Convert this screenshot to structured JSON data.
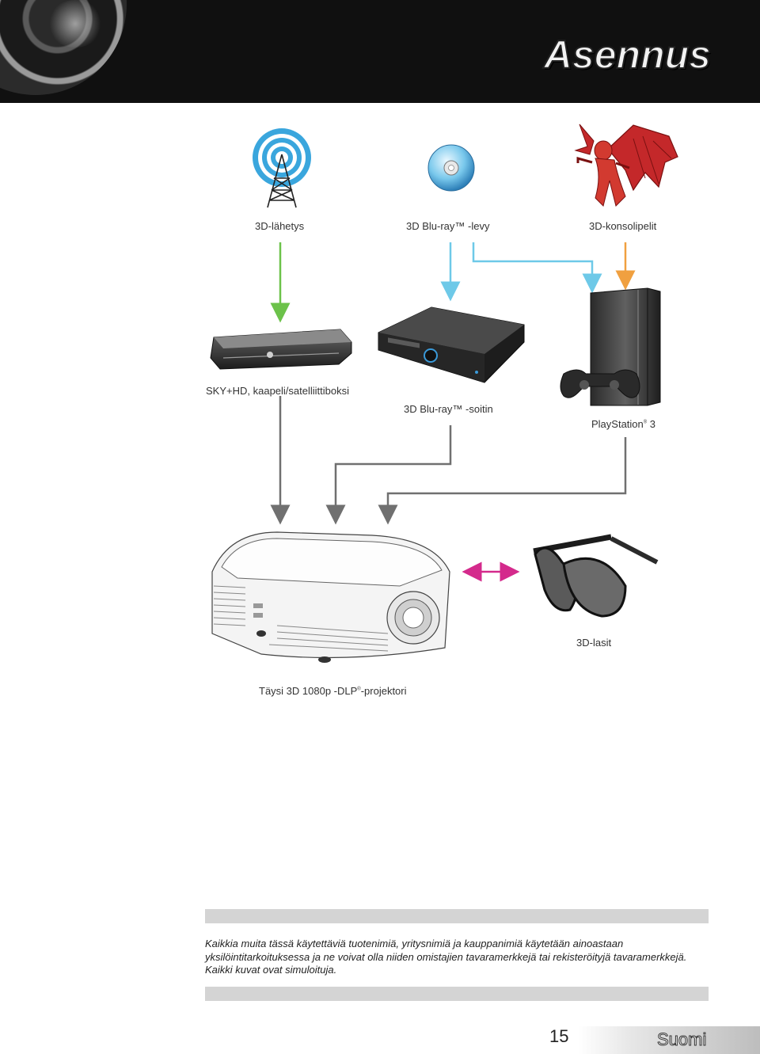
{
  "header": {
    "title": "Asennus"
  },
  "sources": {
    "broadcast": "3D-lähetys",
    "bluray_disc": "3D Blu-ray™ -levy",
    "console_games": "3D-konsolipelit"
  },
  "devices": {
    "settop": "SKY+HD, kaapeli/satelliittiboksi",
    "bluray_player": "3D Blu-ray™ -soitin",
    "ps3_name": "PlayStation",
    "ps3_sup": "®",
    "ps3_num": " 3"
  },
  "outputs": {
    "glasses": "3D-lasit",
    "projector_pre": "Täysi 3D 1080p -DLP",
    "projector_sup": "®",
    "projector_post": "-projektori"
  },
  "disclaimer": "Kaikkia muita tässä käytettäviä tuotenimiä, yritysnimiä ja kauppanimiä käytetään ainoastaan yksilöintitarkoituksessa ja ne voivat olla niiden omistajien tavaramerkkejä tai rekisteröityjä tavaramerkkejä. Kaikki kuvat ovat simuloituja.",
  "footer": {
    "page": "15",
    "language": "Suomi"
  },
  "colors": {
    "green": "#6cc24a",
    "blue": "#6ec9e8",
    "orange": "#f0a040",
    "gray": "#707070",
    "magenta": "#d42a8c"
  }
}
